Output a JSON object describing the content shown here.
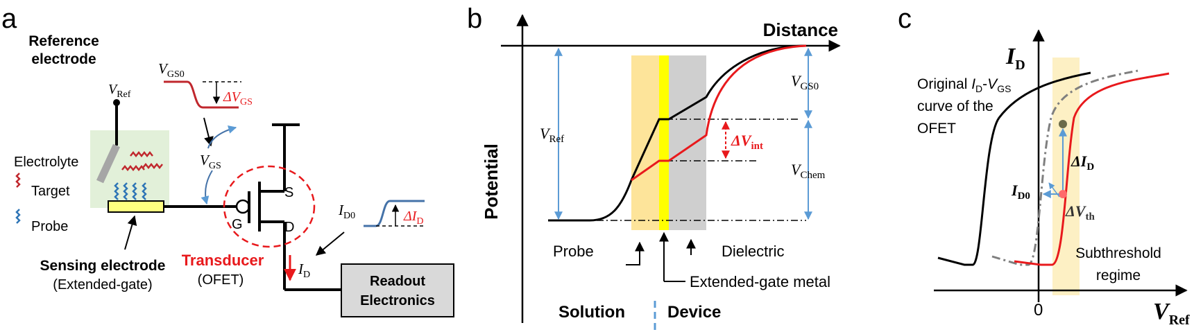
{
  "panel_a": {
    "letter": "a",
    "reference_electrode_line1": "Reference",
    "reference_electrode_line2": "electrode",
    "vref_main": "V",
    "vref_sub": "Ref",
    "vgs0_main": "V",
    "vgs0_sub": "GS0",
    "delta_vgs_delta": "ΔV",
    "delta_vgs_sub": "GS",
    "vgs_main": "V",
    "vgs_sub": "GS",
    "electrolyte": "Electrolyte",
    "target": "Target",
    "probe": "Probe",
    "gate": "G",
    "source": "S",
    "drain": "D",
    "id0_main": "I",
    "id0_sub": "D0",
    "delta_id_delta": "ΔI",
    "delta_id_sub": "D",
    "id_main": "I",
    "id_sub": "D",
    "sensing_electrode_line1": "Sensing electrode",
    "sensing_electrode_line2": "(Extended-gate)",
    "transducer": "Transducer",
    "ofet": "(OFET)",
    "readout_line1": "Readout",
    "readout_line2": "Electronics"
  },
  "panel_b": {
    "letter": "b",
    "y_axis": "Potential",
    "x_axis": "Distance",
    "vref_main": "V",
    "vref_sub": "Ref",
    "vgs0_main": "V",
    "vgs0_sub": "GS0",
    "delta_vint_main": "ΔV",
    "delta_vint_sub": "int",
    "vchem_main": "V",
    "vchem_sub": "Chem",
    "probe": "Probe",
    "dielectric": "Dielectric",
    "extended_gate_metal": "Extended-gate metal",
    "solution": "Solution",
    "device": "Device"
  },
  "panel_c": {
    "letter": "c",
    "y_axis_main": "I",
    "y_axis_sub": "D",
    "x_axis_main": "V",
    "x_axis_sub": "Ref",
    "zero": "0",
    "original_line1": "Original ",
    "original_line1_i": "I",
    "original_line1_sub1": "D",
    "original_line1_dash": "-",
    "original_line1_v": "V",
    "original_line1_sub2": "GS",
    "original_line2": "curve of the",
    "original_line3": "OFET",
    "delta_id_main": "ΔI",
    "delta_id_sub": "D",
    "id0_main": "I",
    "id0_sub": "D0",
    "delta_vth_main": "ΔV",
    "delta_vth_sub": "th",
    "subthreshold_line1": "Subthreshold",
    "subthreshold_line2": "regime"
  },
  "colors": {
    "red": "#e8191c",
    "blue": "#5b9bd5",
    "dark_red": "#c0272d",
    "orange_band": "#fde49a",
    "yellow": "#ffff00",
    "gray_band": "#cfcfcf",
    "electrolyte_bg": "#e2f0d9",
    "readout_bg": "#d9d9d9",
    "subthreshold_band": "#fdf0c4"
  }
}
